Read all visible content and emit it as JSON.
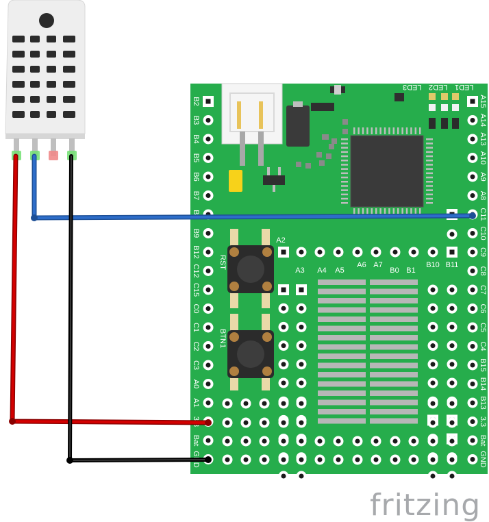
{
  "diagram": {
    "left_labels": [
      "B2",
      "B3",
      "B4",
      "B5",
      "B6",
      "B7",
      "B8",
      "B9",
      "B12",
      "C12",
      "C15",
      "C0",
      "C1",
      "C2",
      "C3",
      "A0",
      "A1",
      "3.3",
      "Bat",
      "GND"
    ],
    "right_labels": [
      "A15",
      "A14",
      "A13",
      "A10",
      "A9",
      "A8",
      "C11",
      "C10",
      "C9",
      "C8",
      "C7",
      "C6",
      "C5",
      "C4",
      "B15",
      "B14",
      "B13",
      "3.3",
      "Bat",
      "GND"
    ],
    "header_labels": [
      "A2",
      "A3",
      "A4",
      "A5",
      "A6",
      "A7",
      "B0",
      "B1",
      "B10",
      "B11"
    ],
    "led_labels": [
      "LED3",
      "LED2",
      "LED1"
    ],
    "button_labels": [
      "RST",
      "BTN1"
    ],
    "brand": "fritzing",
    "colors": {
      "board": "#26ad4c",
      "wire_power": "#d40000",
      "wire_data": "#2d6dc9",
      "wire_ground": "#000000",
      "chip": "#3a3a3a",
      "pad": "#ffffff",
      "sensor": "#f2f2f2"
    }
  }
}
